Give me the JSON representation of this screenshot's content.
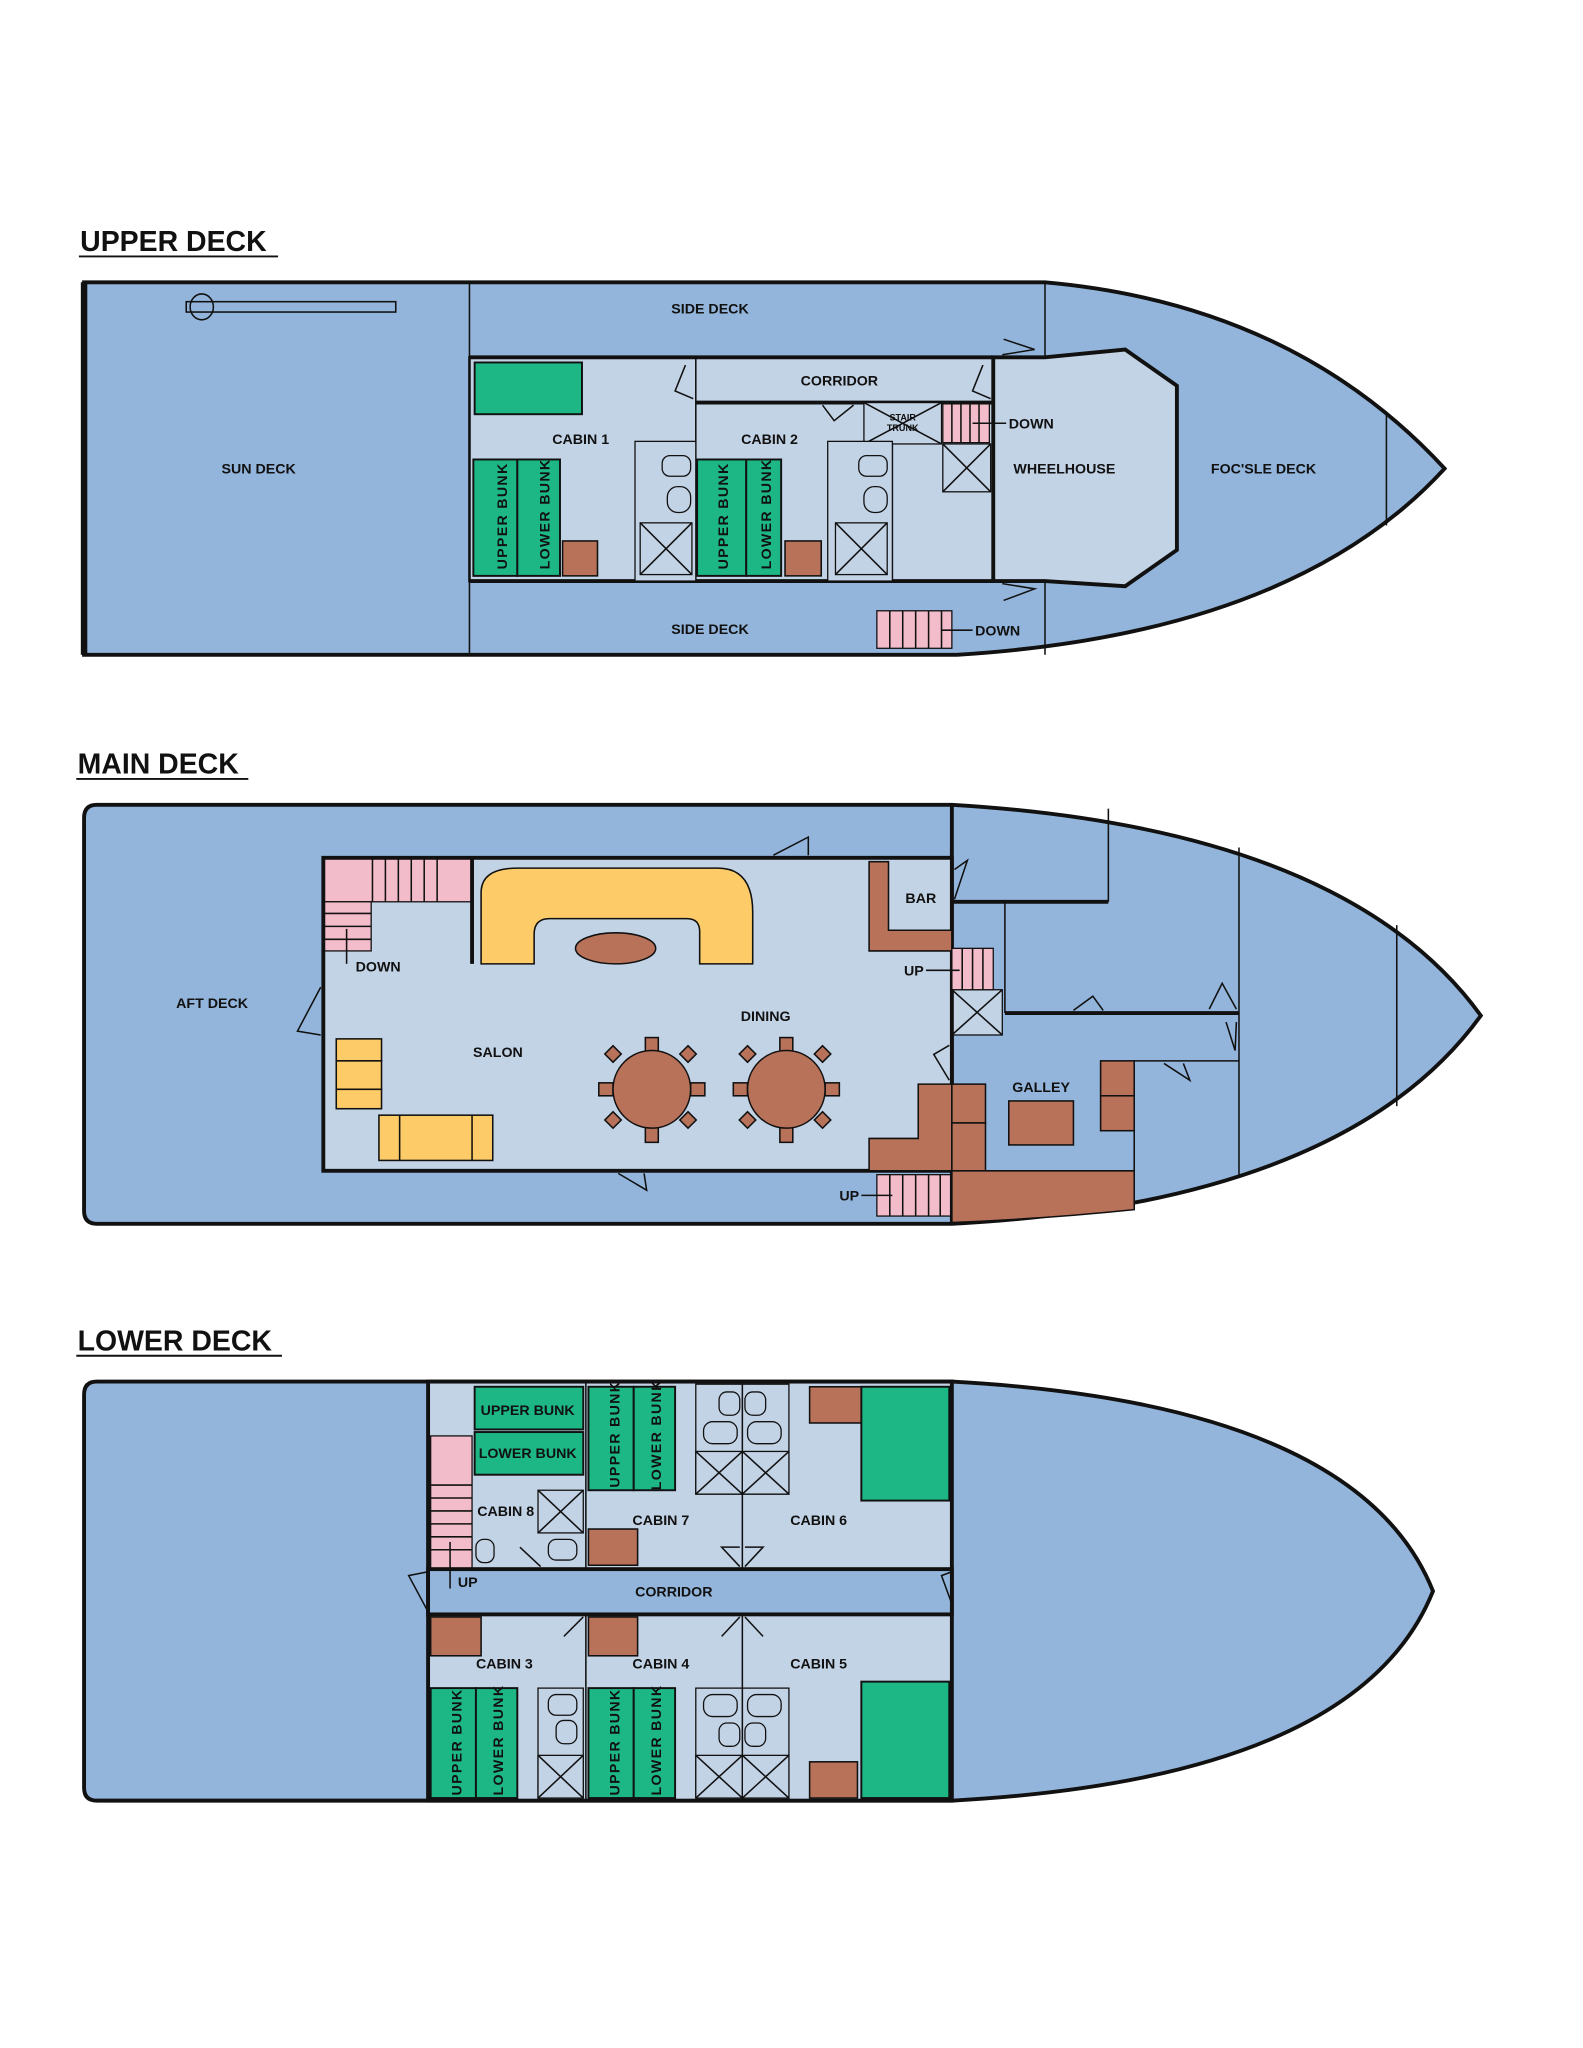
{
  "upper_deck": {
    "title": "UPPER DECK",
    "labels": {
      "sun_deck": "SUN DECK",
      "side_deck_top": "SIDE DECK",
      "side_deck_bottom": "SIDE DECK",
      "corridor": "CORRIDOR",
      "cabin1": "CABIN 1",
      "cabin2": "CABIN 2",
      "stair_trunk_1": "STAIR",
      "stair_trunk_2": "TRUNK",
      "down_1": "DOWN",
      "down_2": "DOWN",
      "wheelhouse": "WHEELHOUSE",
      "focsle_deck": "FOC'SLE DECK",
      "upper_bunk": "UPPER BUNK",
      "lower_bunk": "LOWER BUNK"
    }
  },
  "main_deck": {
    "title": "MAIN DECK",
    "labels": {
      "aft_deck": "AFT DECK",
      "down": "DOWN",
      "salon": "SALON",
      "dining": "DINING",
      "bar": "BAR",
      "up_1": "UP",
      "up_2": "UP",
      "galley": "GALLEY"
    }
  },
  "lower_deck": {
    "title": "LOWER DECK",
    "labels": {
      "upper_bunk": "UPPER BUNK",
      "lower_bunk": "LOWER BUNK",
      "cabin3": "CABIN 3",
      "cabin4": "CABIN 4",
      "cabin5": "CABIN 5",
      "cabin6": "CABIN 6",
      "cabin7": "CABIN 7",
      "cabin8": "CABIN 8",
      "corridor": "CORRIDOR",
      "up": "UP"
    }
  },
  "colors": {
    "deck_blue": "#93b5db",
    "interior": "#c3d3e6",
    "bunk_green": "#1db685",
    "furniture_brown": "#b9725a",
    "stairs_pink": "#f3bccb",
    "seating_yellow": "#fdcb67"
  }
}
